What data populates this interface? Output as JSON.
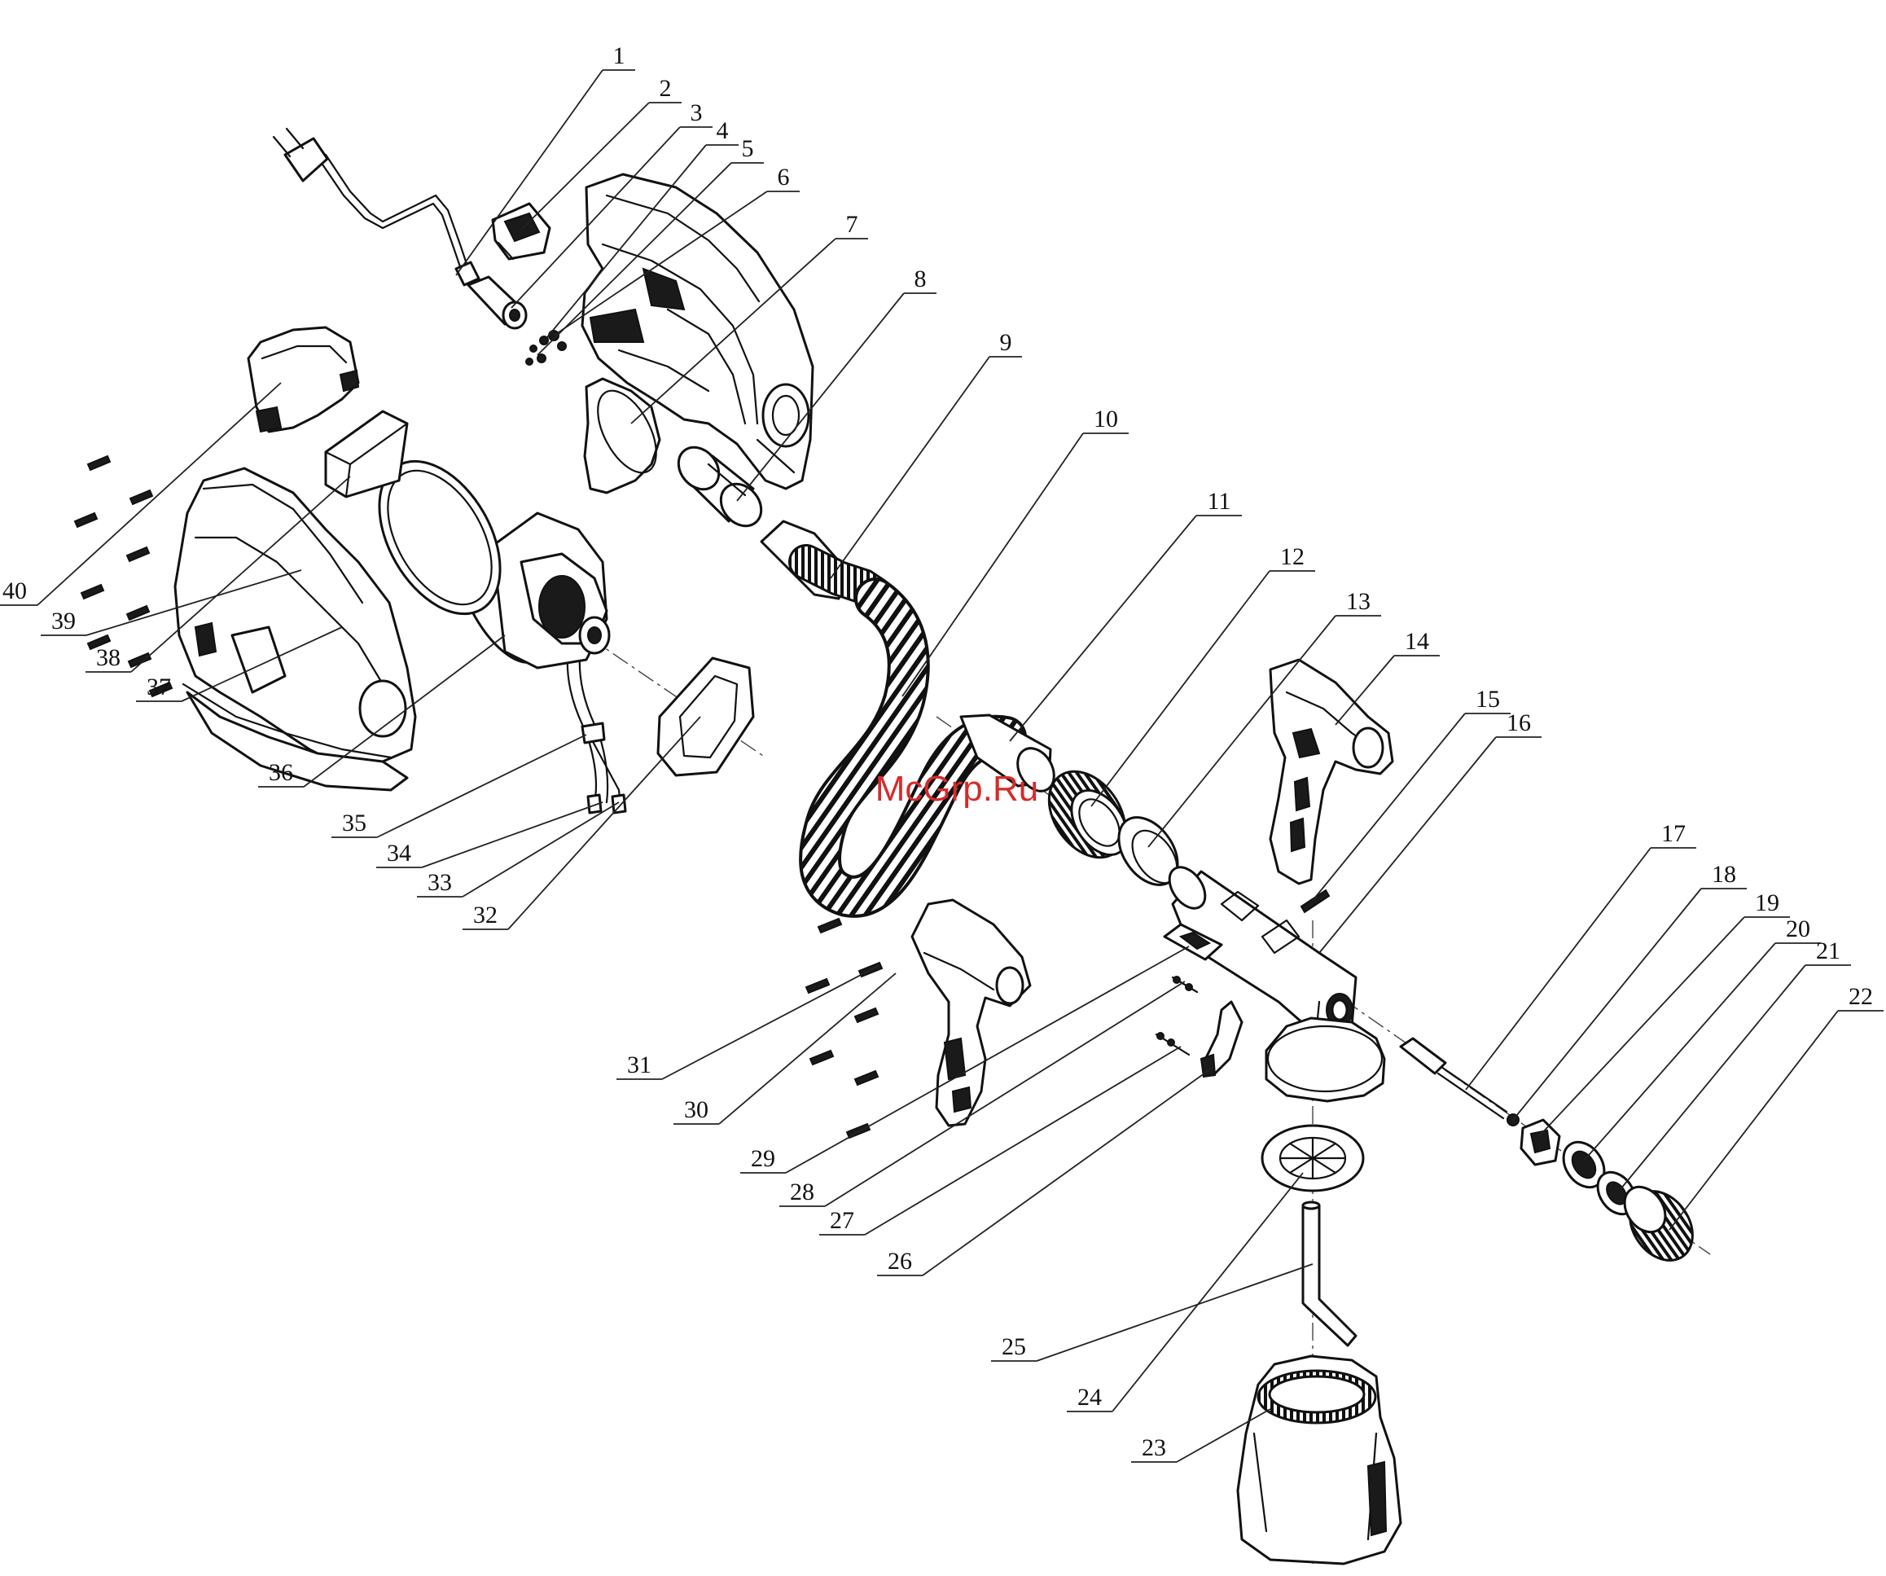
{
  "watermark": {
    "text": "McGrp.Ru",
    "color": "#d52b2b"
  },
  "callouts": [
    {
      "id": "1",
      "label": "1"
    },
    {
      "id": "2",
      "label": "2"
    },
    {
      "id": "3",
      "label": "3"
    },
    {
      "id": "4",
      "label": "4"
    },
    {
      "id": "5",
      "label": "5"
    },
    {
      "id": "6",
      "label": "6"
    },
    {
      "id": "7",
      "label": "7"
    },
    {
      "id": "8",
      "label": "8"
    },
    {
      "id": "9",
      "label": "9"
    },
    {
      "id": "10",
      "label": "10"
    },
    {
      "id": "11",
      "label": "11"
    },
    {
      "id": "12",
      "label": "12"
    },
    {
      "id": "13",
      "label": "13"
    },
    {
      "id": "14",
      "label": "14"
    },
    {
      "id": "15",
      "label": "15"
    },
    {
      "id": "16",
      "label": "16"
    },
    {
      "id": "17",
      "label": "17"
    },
    {
      "id": "18",
      "label": "18"
    },
    {
      "id": "19",
      "label": "19"
    },
    {
      "id": "20",
      "label": "20"
    },
    {
      "id": "21",
      "label": "21"
    },
    {
      "id": "22",
      "label": "22"
    },
    {
      "id": "23",
      "label": "23"
    },
    {
      "id": "24",
      "label": "24"
    },
    {
      "id": "25",
      "label": "25"
    },
    {
      "id": "26",
      "label": "26"
    },
    {
      "id": "27",
      "label": "27"
    },
    {
      "id": "28",
      "label": "28"
    },
    {
      "id": "29",
      "label": "29"
    },
    {
      "id": "30",
      "label": "30"
    },
    {
      "id": "31",
      "label": "31"
    },
    {
      "id": "32",
      "label": "32"
    },
    {
      "id": "33",
      "label": "33"
    },
    {
      "id": "34",
      "label": "34"
    },
    {
      "id": "35",
      "label": "35"
    },
    {
      "id": "36",
      "label": "36"
    },
    {
      "id": "37",
      "label": "37"
    },
    {
      "id": "38",
      "label": "38"
    },
    {
      "id": "39",
      "label": "39"
    },
    {
      "id": "40",
      "label": "40"
    }
  ]
}
